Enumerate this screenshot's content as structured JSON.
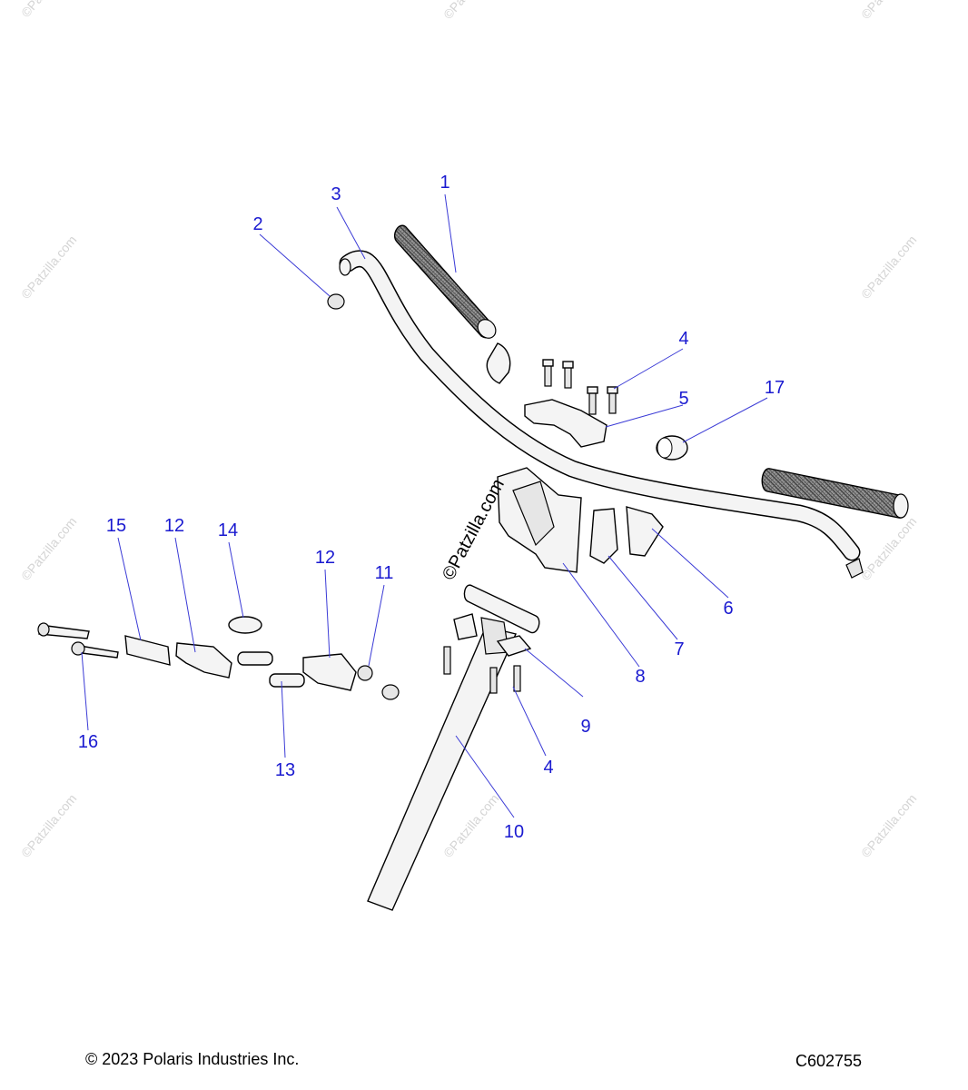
{
  "diagram": {
    "callouts": [
      {
        "id": "c1",
        "text": "1"
      },
      {
        "id": "c2",
        "text": "2"
      },
      {
        "id": "c3",
        "text": "3"
      },
      {
        "id": "c4a",
        "text": "4"
      },
      {
        "id": "c5",
        "text": "5"
      },
      {
        "id": "c17",
        "text": "17"
      },
      {
        "id": "c15",
        "text": "15"
      },
      {
        "id": "c12a",
        "text": "12"
      },
      {
        "id": "c14",
        "text": "14"
      },
      {
        "id": "c12b",
        "text": "12"
      },
      {
        "id": "c11",
        "text": "11"
      },
      {
        "id": "c6",
        "text": "6"
      },
      {
        "id": "c7",
        "text": "7"
      },
      {
        "id": "c8",
        "text": "8"
      },
      {
        "id": "c9",
        "text": "9"
      },
      {
        "id": "c4b",
        "text": "4"
      },
      {
        "id": "c10",
        "text": "10"
      },
      {
        "id": "c16",
        "text": "16"
      },
      {
        "id": "c13",
        "text": "13"
      }
    ],
    "watermark_center": "©Patzilla.com",
    "watermark_small": "©Patzilla.com"
  },
  "footer": {
    "copyright": "© 2023 Polaris Industries Inc.",
    "code": "C602755"
  }
}
